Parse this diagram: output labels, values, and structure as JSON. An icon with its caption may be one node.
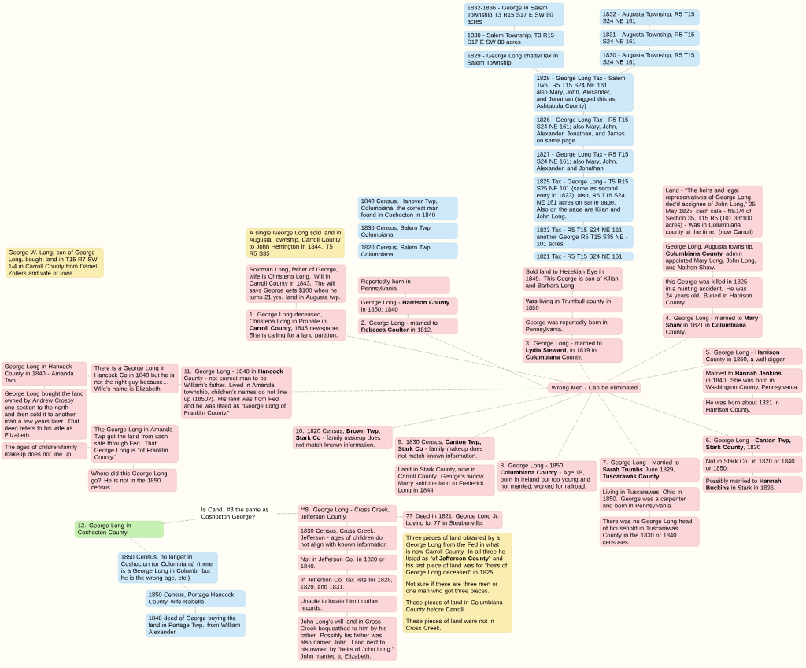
{
  "diagram": {
    "nodes": [
      {
        "text": [
          "1832-1836 - George in Salem Township T3 R15 S17 E SW 80 acres"
        ]
      },
      {
        "text": [
          "1832 - Augusta Township, R5 T15 S24 NE 161"
        ]
      },
      {
        "text": [
          "1830 - Salem Township, T3 R15 S17 E SW 80 acres"
        ]
      },
      {
        "text": [
          "1831 - Augusta Township, R5 T15 S24 NE 161"
        ]
      },
      {
        "text": [
          "1829 - George Long chattel tax in Salem Township"
        ]
      },
      {
        "text": [
          "1830 - Augusta Township, R5 T15 S24 NE 161"
        ]
      },
      {
        "text": [
          "1828 - George Long Tax - Salem Twp. R5 T15 S24 NE 161; also Mary, John, Alexander, and Jonathan (tagged this as Ashtabula County)"
        ]
      },
      {
        "text": [
          "1826 - George Long Tax - R5 T15 S24 NE 161; also Mary, John, Alexander, Jonathan, and James on same page"
        ]
      },
      {
        "text": [
          "1827 - George Long Tax - R5 T15 S24 NE 161; also Mary, John, Alexander, and Jonathan"
        ]
      },
      {
        "text": [
          "1825 Tax - George Long - T5 R15 S25 NE 101 (same as second entry in 1823); also, R5 T15 S24 NE 161 acres on same page. Also on the page are Kilan and John Long."
        ]
      },
      {
        "text": [
          "1823 Tax - R5 T15 S24 NE 161; another George R5 T15 S35 NE - 101 acres"
        ]
      },
      {
        "text": [
          "1821 Tax - R5 T15 S24 NE 161"
        ]
      },
      {
        "text": [
          "Land - “The heirs and legal representatives of George Long dec’d assignee of John Long,” 25 May 1825, cash sale - NE1/4 of Section 35, T15 R5 (101 38/100 acres) - Was in Columbiana county at the time. (now Carroll)"
        ]
      },
      {
        "text": [
          "1840 Census, Hanover Twp, Columbiana; the correct man found in Coshocton in 1840"
        ]
      },
      {
        "text": [
          "1830 Census, Salem Twp, Columbiana"
        ]
      },
      {
        "text": [
          "George Long, Augusta township, **Columbiana County,** admin appointed Mary Long, John Long, and Nathan Shaw."
        ]
      },
      {
        "text": [
          "A single George Long sold land in Augusta Township, Carroll County to John Herrington in 1844. T5 R5 S35"
        ]
      },
      {
        "text": [
          "George W. Long, son of George Long, bought land in T15 R7 SW 1/4 in Carroll County from Daniel Zollers and wife of Iowa."
        ]
      },
      {
        "text": [
          "Sold land to Hezekiah Bye in 1849. This George is son of Kilian and Barbara Long."
        ]
      },
      {
        "text": [
          "1820 Census, Salem Twp, Columbiana"
        ]
      },
      {
        "text": [
          "this George was killed in 1825 in a hunting accident. He was 24 years old. Buried in Harrison County."
        ]
      },
      {
        "text": [
          "Soloman Long, father of George, wife is Christena Long. Will in Carroll County in 1843. The will says George gets $100 when he turns 21 yrs. land in Augusta twp."
        ]
      },
      {
        "text": [
          "Reportedly born in Pennsylvania."
        ]
      },
      {
        "text": [
          "Was living in Trumbull county in 1850"
        ]
      },
      {
        "text": [
          "George Long - **Harrison County** in 1850; 1840"
        ]
      },
      {
        "text": [
          "George was reportedly born in Pennsylvania."
        ]
      },
      {
        "text": [
          "4. George Long - married to **Mary Shaw** in 1821 in **Columbiana** County."
        ]
      },
      {
        "text": [
          "2. George Long - married to **Rebecca Coulter** in 1812."
        ]
      },
      {
        "text": [
          "1. George Long deceased, Christena Long in Probate in **Carroll County,** 1845 newspaper. She is calling for a land partition."
        ]
      },
      {
        "text": [
          "3. George Long - married to **Lydia Steward**, in 1819 in **Columbiana** County."
        ]
      },
      {
        "text": [
          "5. George Long - **Harrison** County in 1850, a well-digger"
        ]
      },
      {
        "text": [
          "Married to **Hannah Jenkins** in 1840. She was born in Washington County, Pennsylvania."
        ]
      },
      {
        "text": [
          "George Long in Hancock County in 1840 - Amanda Twp ."
        ]
      },
      {
        "text": [
          "There is a George Long in Hancock Co in 1840 but he is not the right guy because… Wife’s name is Elizabeth."
        ]
      },
      {
        "text": [
          "11. George Long - 1840 in **Hancock** County - not correct man to be William’s father. Lived in Amanda township, children’s names do not line up (1850?). His land was from Fed and he was listed as “George Long of Franklin County.”"
        ]
      },
      {
        "text": [
          "Wrong Men - Can be eliminated"
        ]
      },
      {
        "text": [
          "George Long bought the land owned by Andrew Crosby one section to the north and then sold it to another man a few years later. That deed refers to his wife as Elizabeth."
        ]
      },
      {
        "text": [
          "He was born about 1821 in Harrison County."
        ]
      },
      {
        "text": [
          "The George Long in Amanda Twp got the land from cash sale through Fed. That George Long is “of Franklin County.”"
        ]
      },
      {
        "text": [
          "10. 1820 Census, **Brown Twp, Stark Co** - family makeup does not match known information."
        ]
      },
      {
        "text": [
          "The ages of children/family makeup does not line up."
        ]
      },
      {
        "text": [
          "6. George Long - **Canton Twp, Stark County**, 1830"
        ]
      },
      {
        "text": [
          "9. 1830 Census, **Canton Twp, Stark Co** - family makeup does not match known information."
        ]
      },
      {
        "text": [
          "Where did this George Long go? He is not in the 1850 census."
        ]
      },
      {
        "text": [
          "Not in Stark Co. in 1820 or 1840 or 1850."
        ]
      },
      {
        "text": [
          "7. George Long - Married to **Sarah Trumbs** June 1829, **Tuscarawas County**"
        ]
      },
      {
        "text": [
          "8. George Long - 1850 **Columbiana County** - Age 18, born in Ireland but too young and not married; worked for railroad."
        ]
      },
      {
        "text": [
          "Land in Stark County, now in Carroll County. George’s widow Marry sold the land to Frederick Long in 1844."
        ]
      },
      {
        "text": [
          "Possibly married to **Hannah Buckins** in Stark in 1836."
        ]
      },
      {
        "text": [
          "Living in Tuscarawas, Ohio in 1850. George was a carpenter and born in Pennsylvania."
        ]
      },
      {
        "text": [
          "**8. George Long - Cross Creek, Jefferson County"
        ]
      },
      {
        "text": [
          "Is Cand. #8 the same as Coshocton George?"
        ]
      },
      {
        "text": [
          "1830 Census, Cross Creek, Jefferson - ages of children do not align with known information"
        ]
      },
      {
        "text": [
          "There was no George Long head of household in Tuscarawas County in the 1830 or 1840 censuses."
        ]
      },
      {
        "text": [
          "12. George Long in Coshocton County"
        ]
      },
      {
        "text": [
          "?? Deed in 1821, George Long Jr. buying lot 77 in Steubenville."
        ]
      },
      {
        "text": [
          "Not in Jefferson Co. in 1820 or 1840."
        ]
      },
      {
        "text": [
          "1850 Census, no longer in Coshocton (or Columbiana) (there is a George Long in Columb. but he is the wrong age, etc.)"
        ]
      },
      {
        "text": [
          "Three pieces of land obtained by a George Long from the Fed in what is now Carroll County. In all three he listed as “of **Jefferson County**” and his last piece of land was for “heirs of George Long deceased” in 1825.",
          "Not sure if these are three men or one man who got three pieces.",
          "These pieces of land in Columbiana County before Carroll.",
          "These pieces of land were not in Cross Creek."
        ]
      },
      {
        "text": [
          "In Jefferson Co. tax lists for 1828, 1829, and 1831."
        ]
      },
      {
        "text": [
          "Unable to locate him in other records."
        ]
      },
      {
        "text": [
          "1850 Census, Portage Hancock County, wife Isabella"
        ]
      },
      {
        "text": [
          "John Long’s will land in Cross Creek bequeathed to him by his father. Possibly his father was also named John. Land next to his owned by “heirs of John Long.” John married to Elizabeth."
        ]
      },
      {
        "text": [
          "1848 deed of George buying the land in Portage Twp. from William Alexander."
        ]
      }
    ],
    "edges": [
      {
        "from": 0,
        "to": 2,
        "arrow": "none",
        "style": "dashed"
      },
      {
        "from": 2,
        "to": 4,
        "arrow": "none",
        "style": "dashed"
      },
      {
        "from": 4,
        "to": 6,
        "arrow": "none",
        "style": "dashed"
      },
      {
        "from": 1,
        "to": 3,
        "arrow": "none",
        "style": "dashed"
      },
      {
        "from": 3,
        "to": 5,
        "arrow": "none",
        "style": "dashed"
      },
      {
        "from": 5,
        "to": 6,
        "arrow": "none",
        "style": "dashed"
      },
      {
        "from": 6,
        "to": 7,
        "arrow": "none",
        "style": "dashed"
      },
      {
        "from": 7,
        "to": 8,
        "arrow": "none",
        "style": "dashed"
      },
      {
        "from": 8,
        "to": 9,
        "arrow": "none",
        "style": "dashed"
      },
      {
        "from": 9,
        "to": 10,
        "arrow": "none",
        "style": "dashed"
      },
      {
        "from": 10,
        "to": 11,
        "arrow": "none",
        "style": "dashed"
      },
      {
        "from": 11,
        "to": 18,
        "arrow": "none",
        "style": "dashed"
      },
      {
        "from": 18,
        "to": 23,
        "arrow": "none",
        "style": "dashed"
      },
      {
        "from": 23,
        "to": 25,
        "arrow": "none",
        "style": "dashed"
      },
      {
        "from": 25,
        "to": 29,
        "arrow": "none",
        "style": "dashed"
      },
      {
        "from": 12,
        "to": 15,
        "arrow": "none",
        "style": "dashed"
      },
      {
        "from": 15,
        "to": 20,
        "arrow": "none",
        "style": "dashed"
      },
      {
        "from": 20,
        "to": 26,
        "arrow": "none",
        "style": "dashed"
      },
      {
        "from": 22,
        "to": 24,
        "arrow": "none",
        "style": "dashed"
      },
      {
        "from": 24,
        "to": 27,
        "arrow": "none",
        "style": "dashed"
      },
      {
        "from": 21,
        "to": 28,
        "arrow": "none",
        "style": "dashed"
      },
      {
        "from": 35,
        "to": 28,
        "arrow": "none",
        "style": "dashed"
      },
      {
        "from": 35,
        "to": 27,
        "arrow": "none",
        "style": "dashed"
      },
      {
        "from": 35,
        "to": 29,
        "arrow": "none",
        "style": "dashed"
      },
      {
        "from": 35,
        "to": 26,
        "arrow": "none",
        "style": "dashed"
      },
      {
        "from": 35,
        "to": 30,
        "arrow": "none",
        "style": "dashed"
      },
      {
        "from": 30,
        "to": 31,
        "arrow": "none",
        "style": "dashed"
      },
      {
        "from": 31,
        "to": 37,
        "arrow": "none",
        "style": "dashed"
      },
      {
        "from": 35,
        "to": 41,
        "arrow": "none",
        "style": "dashed"
      },
      {
        "from": 41,
        "to": 44,
        "arrow": "none",
        "style": "dashed"
      },
      {
        "from": 44,
        "to": 48,
        "arrow": "none",
        "style": "dashed"
      },
      {
        "from": 35,
        "to": 45,
        "arrow": "none",
        "style": "dashed"
      },
      {
        "from": 45,
        "to": 49,
        "arrow": "none",
        "style": "dashed"
      },
      {
        "from": 49,
        "to": 53,
        "arrow": "none",
        "style": "dashed"
      },
      {
        "from": 35,
        "to": 46,
        "arrow": "none",
        "style": "dashed"
      },
      {
        "from": 35,
        "to": 42,
        "arrow": "none",
        "style": "dashed"
      },
      {
        "from": 42,
        "to": 47,
        "arrow": "none",
        "style": "dashed"
      },
      {
        "from": 35,
        "to": 39,
        "arrow": "none",
        "style": "dashed"
      },
      {
        "from": 35,
        "to": 34,
        "arrow": "none",
        "style": "dashed"
      },
      {
        "from": 34,
        "to": 33,
        "arrow": "none",
        "style": "dashed"
      },
      {
        "from": 33,
        "to": 32,
        "arrow": "none",
        "style": "dashed"
      },
      {
        "from": 32,
        "to": 36,
        "arrow": "none",
        "style": "dashed"
      },
      {
        "from": 36,
        "to": 40,
        "arrow": "none",
        "style": "dashed"
      },
      {
        "from": 38,
        "to": 40,
        "arrow": "none",
        "style": "dashed"
      },
      {
        "from": 38,
        "to": 43,
        "arrow": "none",
        "style": "dashed"
      },
      {
        "from": 54,
        "to": 51,
        "arrow": "none",
        "style": "dashed"
      },
      {
        "from": 51,
        "to": 50,
        "arrow": "none",
        "style": "dashed"
      },
      {
        "from": 50,
        "to": 52,
        "arrow": "none",
        "style": "dashed"
      },
      {
        "from": 52,
        "to": 56,
        "arrow": "none",
        "style": "dashed"
      },
      {
        "from": 56,
        "to": 59,
        "arrow": "none",
        "style": "dashed"
      },
      {
        "from": 59,
        "to": 60,
        "arrow": "none",
        "style": "dashed"
      },
      {
        "from": 60,
        "to": 62,
        "arrow": "none",
        "style": "dashed"
      },
      {
        "from": 50,
        "to": 55,
        "arrow": "none",
        "style": "dashed"
      },
      {
        "from": 54,
        "to": 57,
        "arrow": "none",
        "style": "dashed"
      },
      {
        "from": 57,
        "to": 61,
        "arrow": "none",
        "style": "dashed"
      },
      {
        "from": 61,
        "to": 63,
        "arrow": "none",
        "style": "dashed"
      }
    ]
  }
}
